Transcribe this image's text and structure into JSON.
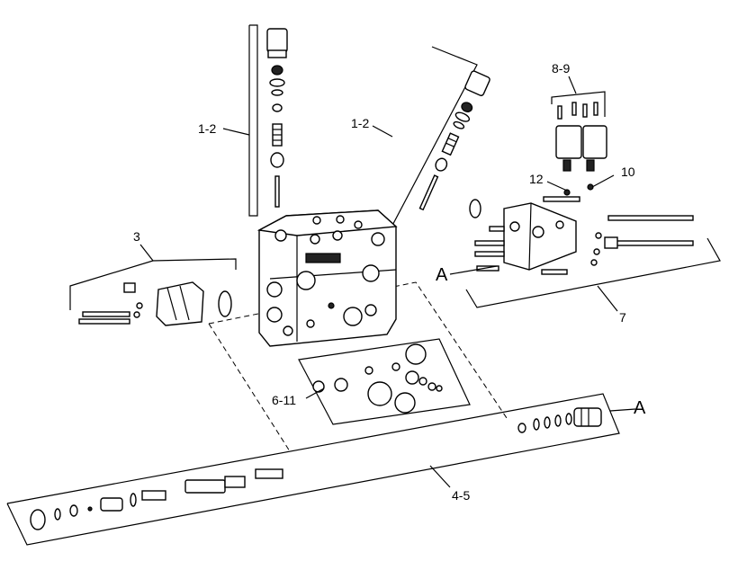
{
  "callouts": {
    "c1": "1-2",
    "c2": "1-2",
    "c3": "3",
    "c4": "4-5",
    "c5": "6-11",
    "c6": "7",
    "c7": "8-9",
    "c8": "10",
    "c9": "12"
  },
  "section_refs": {
    "a_left": "A",
    "a_right": "A"
  }
}
